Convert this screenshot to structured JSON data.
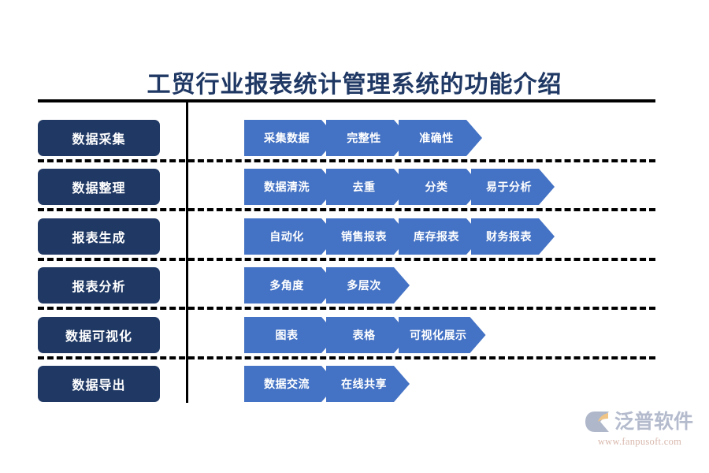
{
  "title": "工贸行业报表统计管理系统的功能介绍",
  "colors": {
    "title": "#1F3864",
    "stage_chip": "#1F3864",
    "chevron": "#4472C4",
    "rule": "#000000",
    "background": "#FFFFFF",
    "watermark_text": "#8793B0",
    "watermark_url": "#C08A78",
    "watermark_accent": "#E8A33D"
  },
  "rows": [
    {
      "stage": "数据采集",
      "items": [
        "采集数据",
        "完整性",
        "准确性"
      ]
    },
    {
      "stage": "数据整理",
      "items": [
        "数据清洗",
        "去重",
        "分类",
        "易于分析"
      ]
    },
    {
      "stage": "报表生成",
      "items": [
        "自动化",
        "销售报表",
        "库存报表",
        "财务报表"
      ]
    },
    {
      "stage": "报表分析",
      "items": [
        "多角度",
        "多层次"
      ]
    },
    {
      "stage": "数据可视化",
      "items": [
        "图表",
        "表格",
        "可视化展示"
      ]
    },
    {
      "stage": "数据导出",
      "items": [
        "数据交流",
        "在线共享"
      ]
    }
  ],
  "watermark": {
    "brand": "泛普软件",
    "url": "www.fanpusoft.com",
    "mark": "fanpu-logo-icon"
  }
}
